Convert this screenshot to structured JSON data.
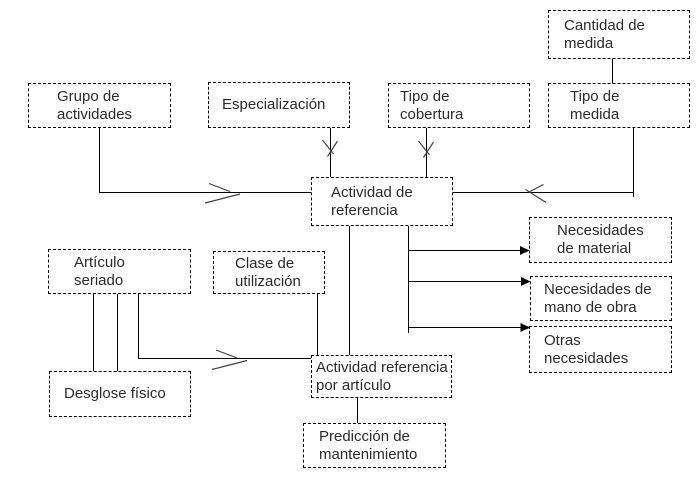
{
  "diagram": {
    "nodes": {
      "cantidad_medida": {
        "lines": [
          "Cantidad de",
          "medida"
        ]
      },
      "grupo_actividades": {
        "lines": [
          "Grupo de",
          "actividades"
        ]
      },
      "especializacion": {
        "lines": [
          "Especialización"
        ]
      },
      "tipo_cobertura": {
        "lines": [
          "Tipo de",
          "cobertura"
        ]
      },
      "tipo_medida": {
        "lines": [
          "Tipo de",
          "medida"
        ]
      },
      "actividad_referencia": {
        "lines": [
          "Actividad de",
          "referencia"
        ]
      },
      "articulo_seriado": {
        "lines": [
          "Artículo",
          "seriado"
        ]
      },
      "clase_utilizacion": {
        "lines": [
          "Clase de",
          "utilización"
        ]
      },
      "necesidades_material": {
        "lines": [
          "Necesidades",
          "de material"
        ]
      },
      "necesidades_mano_obra": {
        "lines": [
          "Necesidades de",
          "mano de obra"
        ]
      },
      "otras_necesidades": {
        "lines": [
          "Otras",
          "necesidades"
        ]
      },
      "desglose_fisico": {
        "lines": [
          "Desglose físico"
        ]
      },
      "actividad_ref_articulo": {
        "lines": [
          "Actividad referencia",
          "por artículo"
        ]
      },
      "prediccion_mantenimiento": {
        "lines": [
          "Predicción de",
          "mantenimiento"
        ]
      }
    },
    "edges": [
      {
        "from": "cantidad_medida",
        "to": "tipo_medida",
        "arrow": "none"
      },
      {
        "from": "grupo_actividades",
        "to": "actividad_referencia",
        "arrow": "open-chevron"
      },
      {
        "from": "especializacion",
        "to": "actividad_referencia",
        "arrow": "open-chevron"
      },
      {
        "from": "tipo_cobertura",
        "to": "actividad_referencia",
        "arrow": "open-chevron"
      },
      {
        "from": "tipo_medida",
        "to": "actividad_referencia",
        "arrow": "open-chevron"
      },
      {
        "from": "actividad_referencia",
        "to": "necesidades_material",
        "arrow": "solid"
      },
      {
        "from": "actividad_referencia",
        "to": "necesidades_mano_obra",
        "arrow": "solid"
      },
      {
        "from": "actividad_referencia",
        "to": "otras_necesidades",
        "arrow": "solid"
      },
      {
        "from": "actividad_referencia",
        "to": "actividad_ref_articulo",
        "arrow": "none"
      },
      {
        "from": "clase_utilizacion",
        "to": "actividad_ref_articulo",
        "arrow": "none"
      },
      {
        "from": "articulo_seriado",
        "to": "desglose_fisico",
        "arrow": "none"
      },
      {
        "from": "articulo_seriado",
        "to": "desglose_fisico",
        "arrow": "none"
      },
      {
        "from": "articulo_seriado",
        "to": "actividad_ref_articulo",
        "arrow": "open-chevron"
      },
      {
        "from": "actividad_ref_articulo",
        "to": "prediccion_mantenimiento",
        "arrow": "none"
      }
    ],
    "colors": {
      "background": "#ffffff",
      "box_border": "#000000",
      "connector": "#000000",
      "open_arrowhead": "#444444",
      "solid_arrowhead": "#000000",
      "text": "#2b2b2b"
    }
  }
}
